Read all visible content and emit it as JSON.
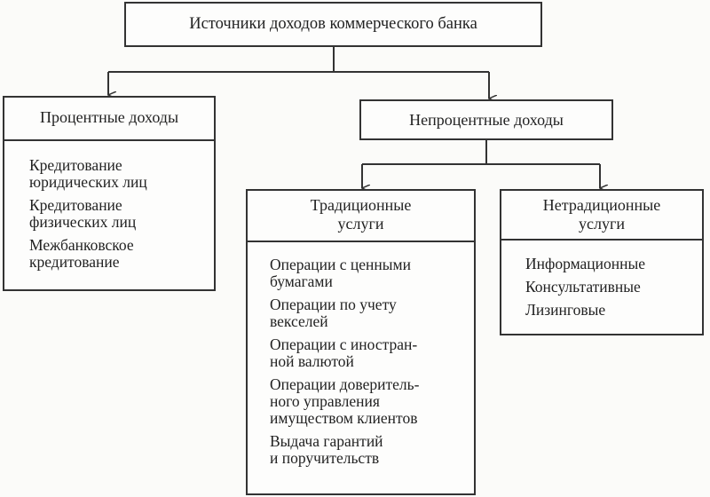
{
  "root": {
    "title": "Источники доходов коммерческого банка"
  },
  "interest": {
    "title": "Процентные доходы",
    "items": [
      "Кредитование\nюридических лиц",
      "Кредитование\nфизических лиц",
      "Межбанковское\nкредитование"
    ]
  },
  "noninterest": {
    "title": "Непроцентные доходы"
  },
  "traditional": {
    "title": "Традиционные\nуслуги",
    "items": [
      "Операции с ценными\nбумагами",
      "Операции по учету\nвекселей",
      "Операции с иностран-\nной валютой",
      "Операции доверитель-\nного управления\nимуществом клиентов",
      "Выдача гарантий\nи поручительств"
    ]
  },
  "nontraditional": {
    "title": "Нетрадиционные\nуслуги",
    "items": [
      "Информационные",
      "Консультативные",
      "Лизинговые"
    ]
  }
}
